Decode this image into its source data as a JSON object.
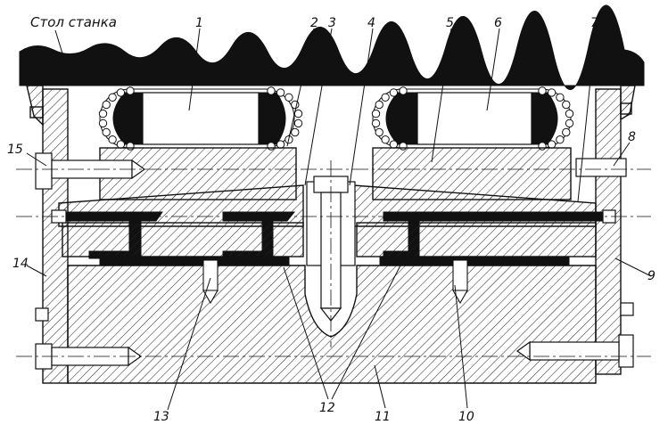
{
  "diagram": {
    "table_label": "Стол станка",
    "callouts": [
      "1",
      "2",
      "3",
      "4",
      "5",
      "6",
      "7",
      "8",
      "9",
      "10",
      "11",
      "12",
      "13",
      "14",
      "15"
    ]
  },
  "colors": {
    "ink": "#111111",
    "paper": "#ffffff"
  }
}
